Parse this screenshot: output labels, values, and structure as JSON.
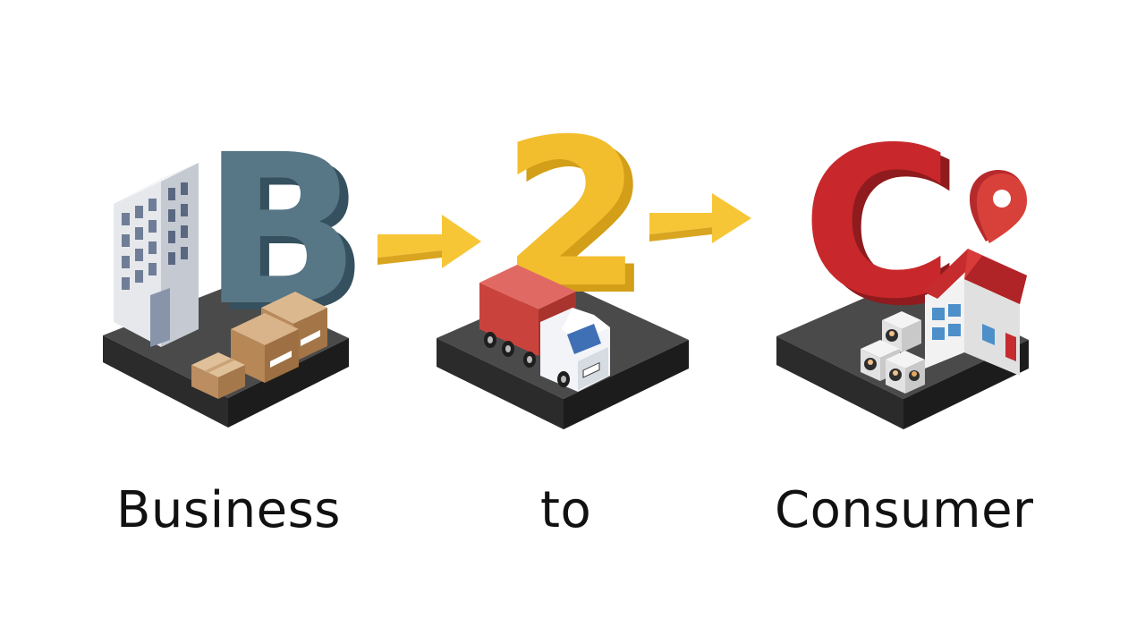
{
  "letters": {
    "b": "B",
    "two": "2",
    "c": "C"
  },
  "captions": {
    "business": "Business",
    "to": "to",
    "consumer": "Consumer"
  },
  "colors": {
    "letter_b": "#557585",
    "letter_2": "#F2BE2E",
    "letter_c": "#C8282B",
    "arrow": "#F7C637",
    "platform_top": "#4A4A4A",
    "platform_side": "#222222",
    "caption": "#111111"
  },
  "icons": [
    "office-building-icon",
    "cardboard-box-icon",
    "delivery-truck-icon",
    "house-icon",
    "location-pin-icon",
    "consumer-cube-icon",
    "arrow-right-icon"
  ]
}
